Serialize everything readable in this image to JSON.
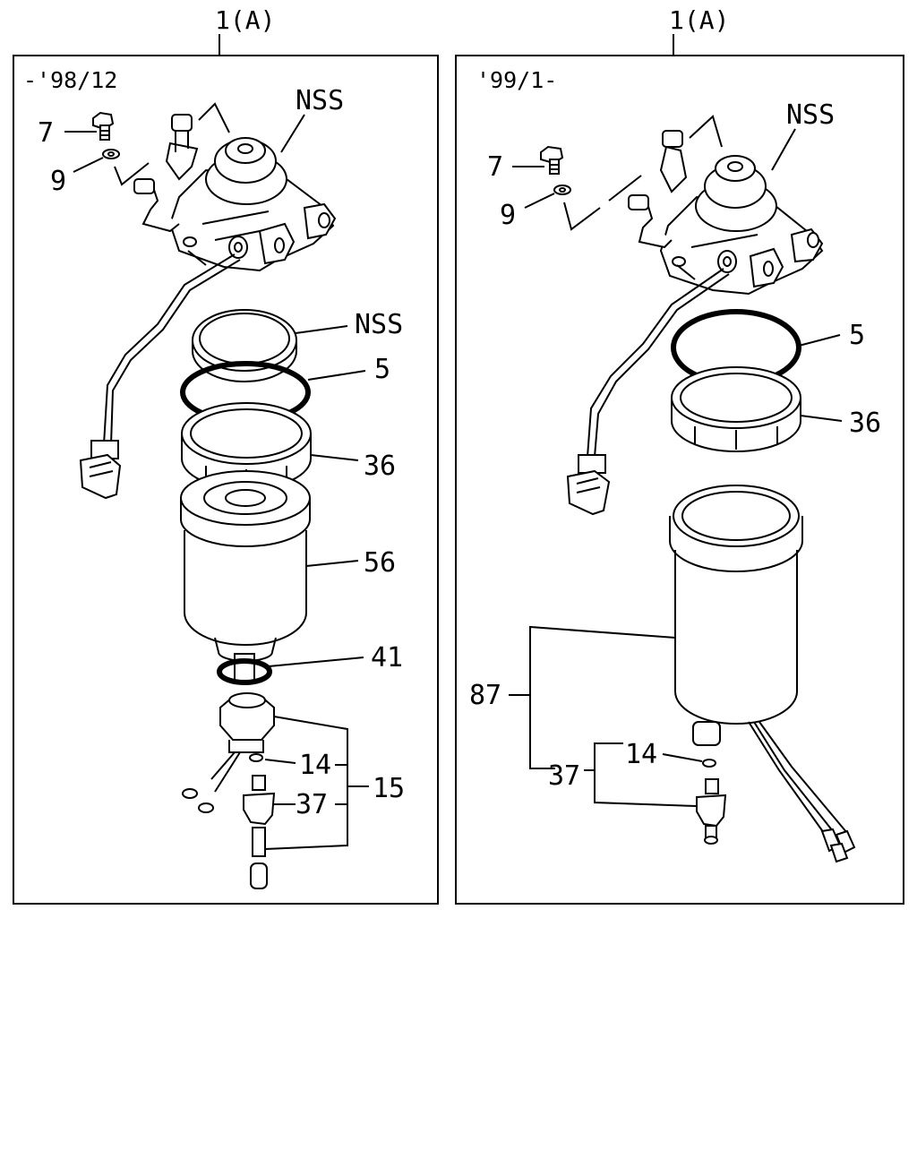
{
  "panels": [
    {
      "header": "1(A)",
      "date_range": "-'98/12",
      "labels": {
        "p7": "7",
        "p9": "9",
        "nss_head": "NSS",
        "nss_ring": "NSS",
        "p5": "5",
        "p36": "36",
        "p56": "56",
        "p41": "41",
        "p14": "14",
        "p15": "15",
        "p37": "37"
      }
    },
    {
      "header": "1(A)",
      "date_range": "'99/1-",
      "labels": {
        "p7": "7",
        "p9": "9",
        "nss_head": "NSS",
        "p5": "5",
        "p36": "36",
        "p87": "87",
        "p14": "14",
        "p37": "37"
      }
    }
  ]
}
